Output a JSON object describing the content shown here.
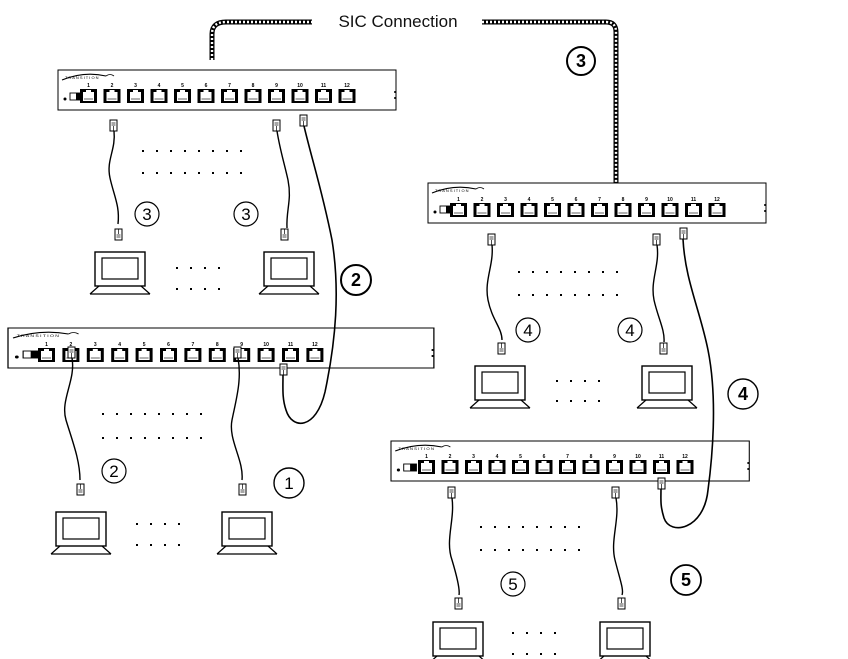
{
  "connection_label": "SIC Connection",
  "port_numbers": [
    "1",
    "2",
    "3",
    "4",
    "5",
    "6",
    "7",
    "8",
    "9",
    "10",
    "11",
    "12"
  ],
  "switches": [
    {
      "id": "A"
    },
    {
      "id": "B"
    },
    {
      "id": "C"
    },
    {
      "id": "D"
    }
  ],
  "badges": [
    {
      "label": "3",
      "bold": true
    },
    {
      "label": "3",
      "bold": false
    },
    {
      "label": "3",
      "bold": false
    },
    {
      "label": "2",
      "bold": true
    },
    {
      "label": "2",
      "bold": false
    },
    {
      "label": "1",
      "bold": false
    },
    {
      "label": "4",
      "bold": false
    },
    {
      "label": "4",
      "bold": false
    },
    {
      "label": "4",
      "bold": true
    },
    {
      "label": "5",
      "bold": false
    },
    {
      "label": "5",
      "bold": true
    }
  ],
  "ellipsis": "· · · ·"
}
